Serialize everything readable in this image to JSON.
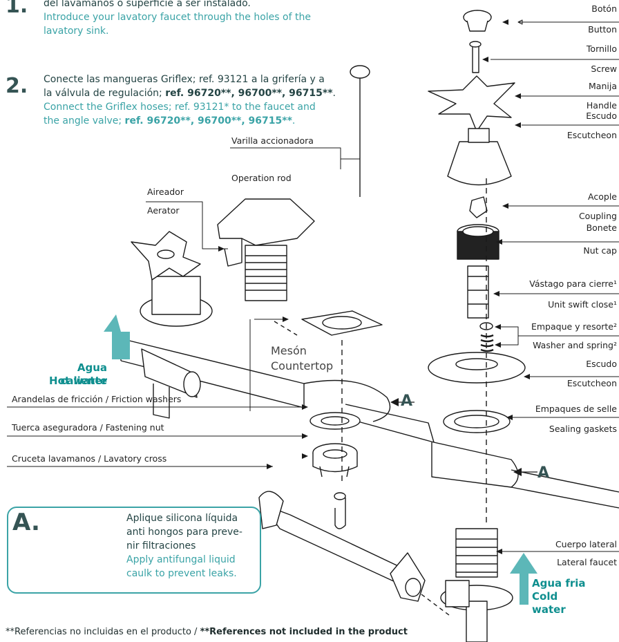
{
  "steps": [
    {
      "number": "1.",
      "es": "del lavamanos o superficie a ser instalado.",
      "en_line1": "Introduce your lavatory faucet through the holes of the",
      "en_line2": "lavatory sink."
    },
    {
      "number": "2.",
      "es_line1": "Conecte las mangueras Griflex; ref. 93121 a la grifería y a",
      "es_line2_pre": "la válvula de regulación; ",
      "es_line2_refs": "ref. 96720**, 96700**, 96715**",
      "es_line2_post": ".",
      "en_line1": "Connect the Griflex hoses; ref. 93121* to the faucet and",
      "en_line2_pre": "the angle valve; ",
      "en_line2_refs": "ref. 96720**, 96700**, 96715**",
      "en_line2_post": "."
    }
  ],
  "right_labels": [
    {
      "es": "Botón",
      "en": "Button"
    },
    {
      "es": "Tornillo",
      "en": "Screw"
    },
    {
      "es": "Manija",
      "en": "Handle"
    },
    {
      "es": "Escudo",
      "en": "Escutcheon"
    },
    {
      "es": "Acople",
      "en": "Coupling"
    },
    {
      "es": "Bonete",
      "en": "Nut cap"
    },
    {
      "es": "Vástago para cierre¹",
      "en": "Unit swift close¹"
    },
    {
      "es": "Empaque y resorte²",
      "en": "Washer and spring²"
    },
    {
      "es": "Escudo",
      "en": "Escutcheon"
    },
    {
      "es": "Empaques de selle",
      "en": "Sealing gaskets"
    },
    {
      "es": "Cuerpo lateral",
      "en": "Lateral faucet"
    }
  ],
  "center_labels": {
    "rod_es": "Varilla accionadora",
    "rod_en": "Operation rod",
    "aerator_es": "Aireador",
    "aerator_en": "Aerator",
    "counter_es": "Mesón",
    "counter_en": "Countertop",
    "friction": "Arandelas de fricción / Friction washers",
    "nut": "Tuerca aseguradora / Fastening nut",
    "cross": "Cruceta lavamanos / Lavatory cross"
  },
  "hot_water": {
    "es": "Agua caliente",
    "en": "Hot water"
  },
  "cold_water": {
    "es": "Agua fria",
    "en": "Cold water"
  },
  "marker": "A",
  "note_box": {
    "letter": "A.",
    "es_line1": "Aplique silicona líquida",
    "es_line2": "anti hongos para preve-",
    "es_line3": "nir filtraciones",
    "en_line1": "Apply antifungal liquid",
    "en_line2": "caulk to prevent leaks."
  },
  "footer": {
    "es": "**Referencias no incluidas en el producto  / ",
    "en": "**References not included in the product"
  },
  "colors": {
    "accent": "#3aa3a6",
    "dark": "#355454",
    "line": "#1a1a1a"
  }
}
